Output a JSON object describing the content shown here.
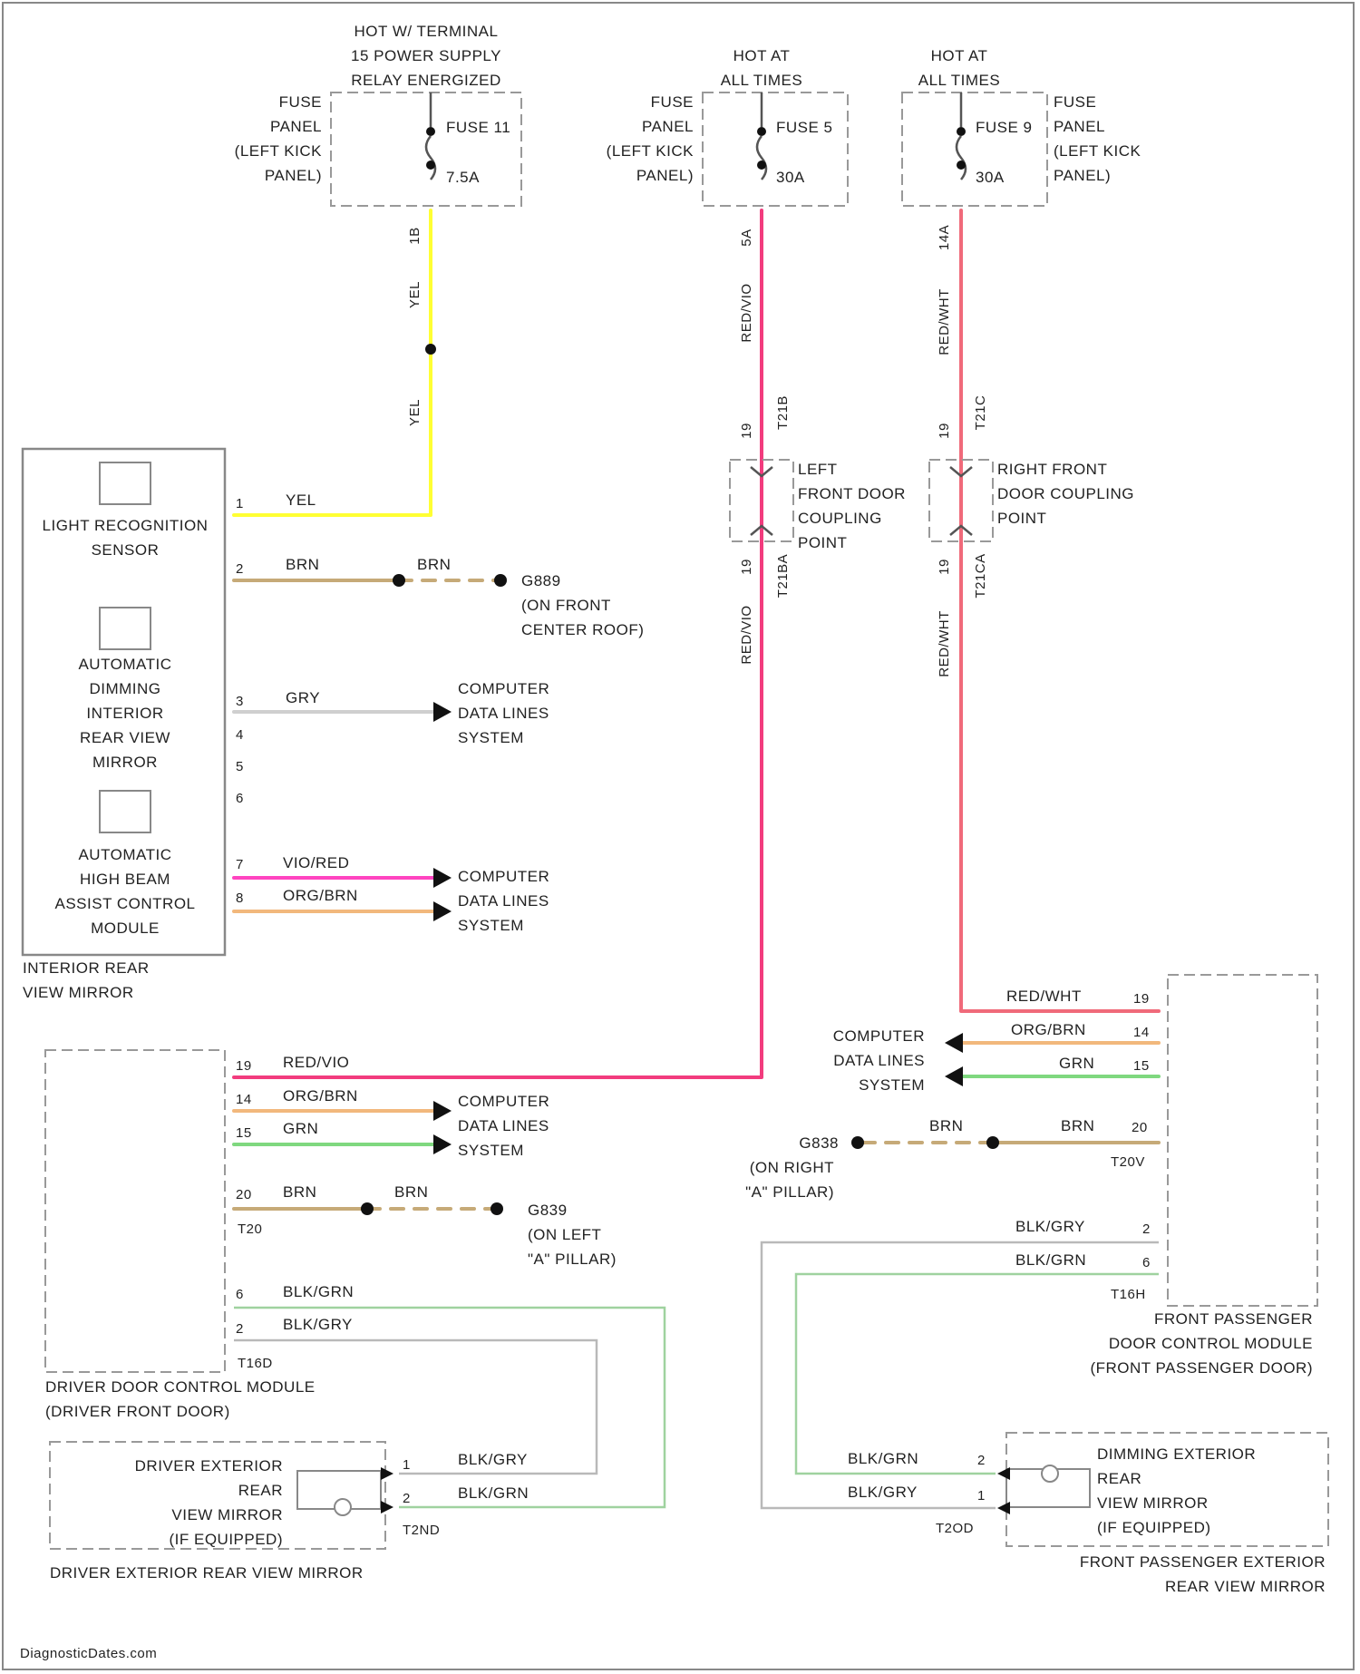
{
  "colors": {
    "yel": "#ffff33",
    "red": "#f06a7a",
    "redvio": "#f23c7e",
    "vio": "#ff44c0",
    "brn": "#c6aa78",
    "gry": "#cfcfcf",
    "org": "#f2b87c",
    "grn": "#7fd87f",
    "gryline": "#b9b9b9",
    "grnline": "#9fd29f",
    "box": "#999999"
  },
  "fuses": {
    "f11": {
      "heading1": "HOT W/ TERMINAL",
      "heading2": "15 POWER SUPPLY",
      "heading3": "RELAY ENERGIZED",
      "panel1": "FUSE",
      "panel2": "PANEL",
      "panel3": "(LEFT KICK",
      "panel4": "PANEL)",
      "name": "FUSE 11",
      "rating": "7.5A",
      "pin": "1B",
      "wire1": "YEL",
      "wire2": "YEL"
    },
    "f5": {
      "heading1": "HOT AT",
      "heading2": "ALL TIMES",
      "panel1": "FUSE",
      "panel2": "PANEL",
      "panel3": "(LEFT KICK",
      "panel4": "PANEL)",
      "name": "FUSE 5",
      "rating": "30A",
      "pin": "5A",
      "wire": "RED/VIO"
    },
    "f9": {
      "heading1": "HOT AT",
      "heading2": "ALL TIMES",
      "panel1": "FUSE",
      "panel2": "PANEL",
      "panel3": "(LEFT KICK",
      "panel4": "PANEL)",
      "name": "FUSE 9",
      "rating": "30A",
      "pin": "14A",
      "wire": "RED/WHT"
    }
  },
  "couplings": {
    "left": {
      "pin_top": "19",
      "conn_top": "T21B",
      "line1": "LEFT",
      "line2": "FRONT DOOR",
      "line3": "COUPLING",
      "line4": "POINT",
      "pin_bot": "19",
      "conn_bot": "T21BA",
      "wire": "RED/VIO"
    },
    "right": {
      "pin_top": "19",
      "conn_top": "T21C",
      "line1": "RIGHT FRONT",
      "line2": "DOOR COUPLING",
      "line3": "POINT",
      "pin_bot": "19",
      "conn_bot": "T21CA",
      "wire": "RED/WHT"
    }
  },
  "mirror": {
    "sensor1": "LIGHT RECOGNITION",
    "sensor2": "SENSOR",
    "dim1": "AUTOMATIC",
    "dim2": "DIMMING",
    "dim3": "INTERIOR",
    "dim4": "REAR VIEW",
    "dim5": "MIRROR",
    "hb1": "AUTOMATIC",
    "hb2": "HIGH BEAM",
    "hb3": "ASSIST CONTROL",
    "hb4": "MODULE",
    "title1": "INTERIOR REAR",
    "title2": "VIEW MIRROR",
    "pins": [
      "1",
      "2",
      "3",
      "4",
      "5",
      "6",
      "7",
      "8"
    ],
    "wires": {
      "p1": "YEL",
      "p2a": "BRN",
      "p2b": "BRN",
      "p3": "GRY",
      "p7": "VIO/RED",
      "p8": "ORG/BRN"
    },
    "ground": {
      "name": "G889",
      "loc1": "(ON FRONT",
      "loc2": "CENTER ROOF)"
    },
    "cdl1": {
      "l1": "COMPUTER",
      "l2": "DATA LINES",
      "l3": "SYSTEM"
    },
    "cdl2": {
      "l1": "COMPUTER",
      "l2": "DATA LINES",
      "l3": "SYSTEM"
    }
  },
  "ddcm": {
    "title1": "DRIVER DOOR CONTROL MODULE",
    "title2": "(DRIVER FRONT DOOR)",
    "pins": {
      "p19": "19",
      "p14": "14",
      "p15": "15",
      "p20": "20",
      "p6": "6",
      "p2": "2"
    },
    "conn1": "T20",
    "conn2": "T16D",
    "wires": {
      "p19": "RED/VIO",
      "p14": "ORG/BRN",
      "p15": "GRN",
      "p20a": "BRN",
      "p20b": "BRN",
      "p6": "BLK/GRN",
      "p2": "BLK/GRY"
    },
    "cdl": {
      "l1": "COMPUTER",
      "l2": "DATA LINES",
      "l3": "SYSTEM"
    },
    "ground": {
      "name": "G839",
      "loc1": "(ON LEFT",
      "loc2": "\"A\" PILLAR)"
    }
  },
  "dem": {
    "l1": "DRIVER EXTERIOR",
    "l2": "REAR",
    "l3": "VIEW MIRROR",
    "l4": "(IF EQUIPPED)",
    "title": "DRIVER EXTERIOR REAR VIEW MIRROR",
    "pins": {
      "p1": "1",
      "p2": "2"
    },
    "conn": "T2ND",
    "wires": {
      "p1": "BLK/GRY",
      "p2": "BLK/GRN"
    }
  },
  "fpdcm": {
    "title1": "FRONT PASSENGER",
    "title2": "DOOR CONTROL MODULE",
    "title3": "(FRONT PASSENGER DOOR)",
    "pins": {
      "p19": "19",
      "p14": "14",
      "p15": "15",
      "p20": "20",
      "p2": "2",
      "p6": "6"
    },
    "conn1": "T20V",
    "conn2": "T16H",
    "wires": {
      "p19": "RED/WHT",
      "p14": "ORG/BRN",
      "p15": "GRN",
      "p20a": "BRN",
      "p20b": "BRN",
      "p2": "BLK/GRY",
      "p6": "BLK/GRN"
    },
    "cdl": {
      "l1": "COMPUTER",
      "l2": "DATA LINES",
      "l3": "SYSTEM"
    },
    "ground": {
      "name": "G838",
      "loc1": "(ON RIGHT",
      "loc2": "\"A\" PILLAR)"
    }
  },
  "pem": {
    "l1": "DIMMING EXTERIOR",
    "l2": "REAR",
    "l3": "VIEW MIRROR",
    "l4": "(IF EQUIPPED)",
    "title1": "FRONT PASSENGER EXTERIOR",
    "title2": "REAR VIEW MIRROR",
    "pins": {
      "p2": "2",
      "p1": "1"
    },
    "conn": "T2OD",
    "wires": {
      "p2": "BLK/GRN",
      "p1": "BLK/GRY"
    }
  },
  "footer": "DiagnosticDates.com"
}
